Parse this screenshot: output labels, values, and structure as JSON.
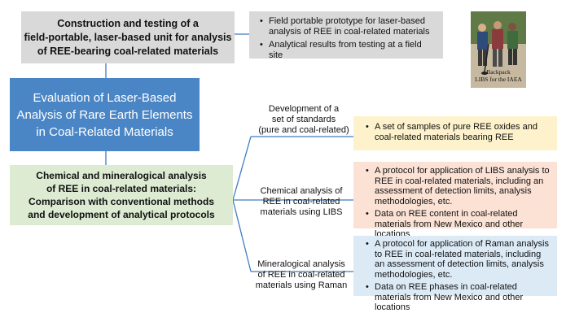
{
  "top_box": {
    "lines": [
      "Construction and testing of a",
      "field-portable, laser-based unit for analysis",
      "of REE-bearing coal-related materials"
    ]
  },
  "top_outcomes": [
    "Field portable prototype for laser-based analysis of REE in coal-related materials",
    "Analytical results from testing at a field site"
  ],
  "photo": {
    "caption_line1": "Backpack",
    "caption_line2": "LIBS for the IAEA"
  },
  "main_box": {
    "lines": [
      "Evaluation of Laser-Based",
      "Analysis of Rare Earth Elements",
      "in Coal-Related Materials"
    ]
  },
  "chem_box": {
    "lines": [
      "Chemical and mineralogical analysis",
      "of REE in coal-related materials:",
      "Comparison with conventional methods",
      "and development of analytical protocols"
    ]
  },
  "tasks": [
    {
      "label": "Development of a\nset of standards\n(pure and coal-related)"
    },
    {
      "label": "Chemical analysis of\nREE in coal-related\nmaterials using LIBS"
    },
    {
      "label": "Mineralogical analysis\nof REE in coal-related\nmaterials using Raman"
    }
  ],
  "outcomes": [
    {
      "items": [
        "A set of samples of pure REE oxides and coal-related materials bearing REE"
      ]
    },
    {
      "items": [
        "A protocol for application of LIBS analysis to REE in coal-related materials, including an assessment of detection limits, analysis methodologies, etc.",
        "Data on REE content in coal-related materials from New Mexico and other locations"
      ]
    },
    {
      "items": [
        "A protocol for application of Raman analysis to REE in coal-related materials, including an assessment of detection limits, analysis methodologies, etc.",
        "Data on REE phases in coal-related materials from New Mexico and other locations"
      ]
    }
  ],
  "colors": {
    "gray_box": "#d9d9d9",
    "main_blue": "#4a86c5",
    "green_box": "#dcebd2",
    "yellow_box": "#fdf2cc",
    "peach_box": "#fbe2d5",
    "lightblue_box": "#dceaf6",
    "line_blue": "#3d7cc0"
  }
}
